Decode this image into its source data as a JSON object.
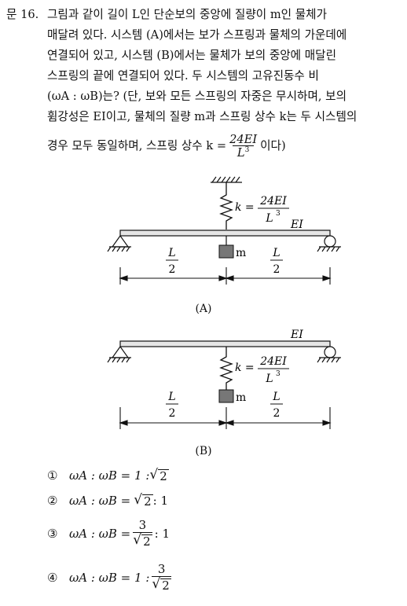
{
  "question": {
    "number": "문 16.",
    "lines": [
      "그림과 같이 길이 L인 단순보의 중앙에 질량이 m인 물체가",
      "매달려 있다. 시스템 (A)에서는 보가 스프링과 물체의 가운데에",
      "연결되어 있고, 시스템 (B)에서는 물체가 보의 중앙에 매달린",
      "스프링의 끝에 연결되어 있다. 두 시스템의 고유진동수 비",
      "(ωA : ωB)는? (단, 보와 모든 스프링의 자중은 무시하며, 보의",
      "휨강성은 EI이고, 물체의 질량 m과 스프링 상수 k는 두 시스템의"
    ],
    "line7_prefix": "경우 모두 동일하며, 스프링 상수 k =",
    "k_num": "24EI",
    "k_den": "L",
    "k_den_exp": "3",
    "line7_suffix": "이다)"
  },
  "diagram_a": {
    "caption": "(A)",
    "spring_k": "k =",
    "spring_num": "24EI",
    "spring_den": "L",
    "spring_exp": "3",
    "beam_label": "EI",
    "mass_label": "m",
    "left_num": "L",
    "left_den": "2",
    "right_num": "L",
    "right_den": "2"
  },
  "diagram_b": {
    "caption": "(B)",
    "spring_k": "k =",
    "spring_num": "24EI",
    "spring_den": "L",
    "spring_exp": "3",
    "beam_label": "EI",
    "mass_label": "m",
    "left_num": "L",
    "left_den": "2",
    "right_num": "L",
    "right_den": "2"
  },
  "options": [
    {
      "marker": "①",
      "lhs": "ωA : ωB = 1 :",
      "rad": "2"
    },
    {
      "marker": "②",
      "lhs": "ωA : ωB =",
      "rad": "2",
      "tail": ": 1"
    },
    {
      "marker": "③",
      "lhs": "ωA : ωB =",
      "num": "3",
      "rad": "2",
      "tail": ": 1"
    },
    {
      "marker": "④",
      "lhs": "ωA : ωB = 1 :",
      "num": "3",
      "rad": "2"
    }
  ],
  "omega": "ω",
  "sub_a": "A",
  "sub_b": "B"
}
